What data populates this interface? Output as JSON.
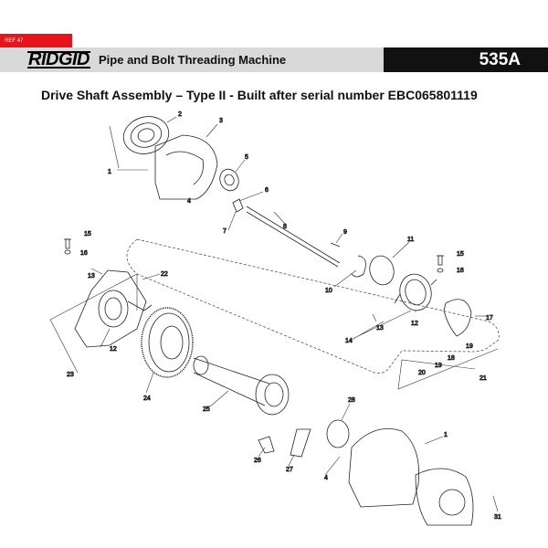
{
  "header": {
    "ref_tag": "REF 47",
    "brand": "RIDGID",
    "title": "Pipe and Bolt Threading Machine",
    "model": "535A"
  },
  "section_title": "Drive Shaft Assembly – Type II - Built after serial number EBC065801119",
  "callouts": [
    "1",
    "2",
    "3",
    "4",
    "5",
    "6",
    "7",
    "8",
    "9",
    "10",
    "11",
    "12",
    "13",
    "14",
    "15",
    "16",
    "17",
    "18",
    "19",
    "20",
    "21",
    "22",
    "23",
    "24",
    "25",
    "26",
    "27",
    "28",
    "1",
    "4",
    "12",
    "13",
    "15",
    "16",
    "19",
    "31"
  ],
  "colors": {
    "accent": "#e8141c",
    "band": "#d9d9d9",
    "dark": "#111111"
  }
}
